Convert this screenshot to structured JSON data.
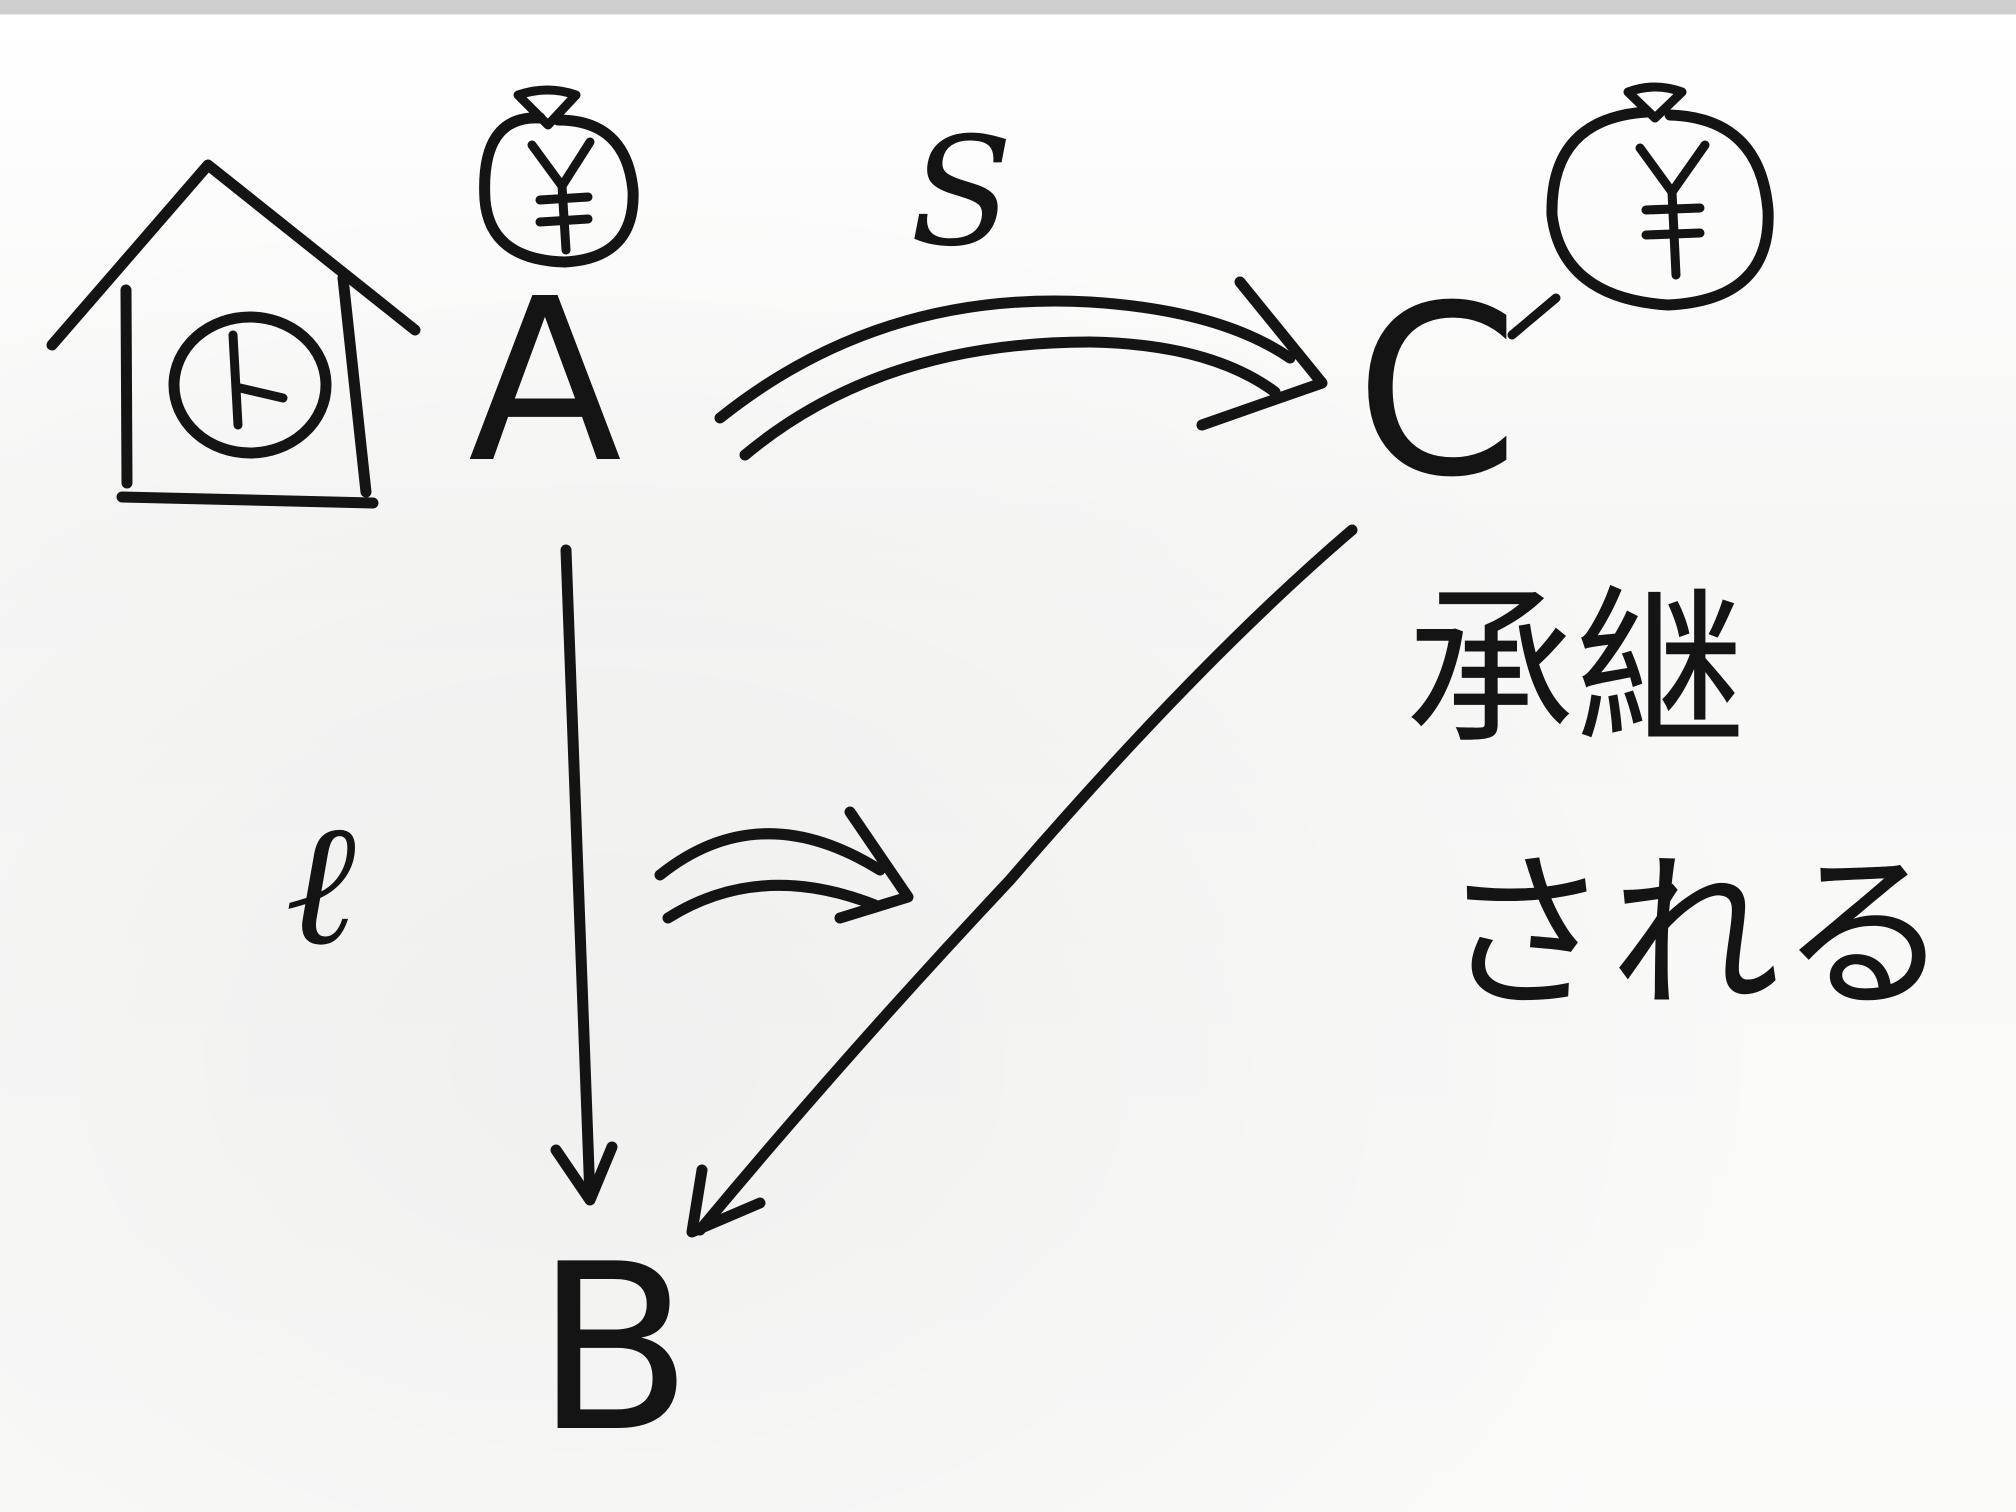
{
  "nodes": {
    "a": "A",
    "b": "B",
    "c": "C"
  },
  "edge_labels": {
    "a_to_c": "S",
    "a_to_b": "ℓ"
  },
  "money_symbol": "¥",
  "caption": {
    "line1": "承継",
    "line2": "される"
  },
  "icons": [
    "house-icon",
    "clock-icon",
    "money-bag-icon",
    "money-bag-icon"
  ],
  "ink_color": "#141414"
}
